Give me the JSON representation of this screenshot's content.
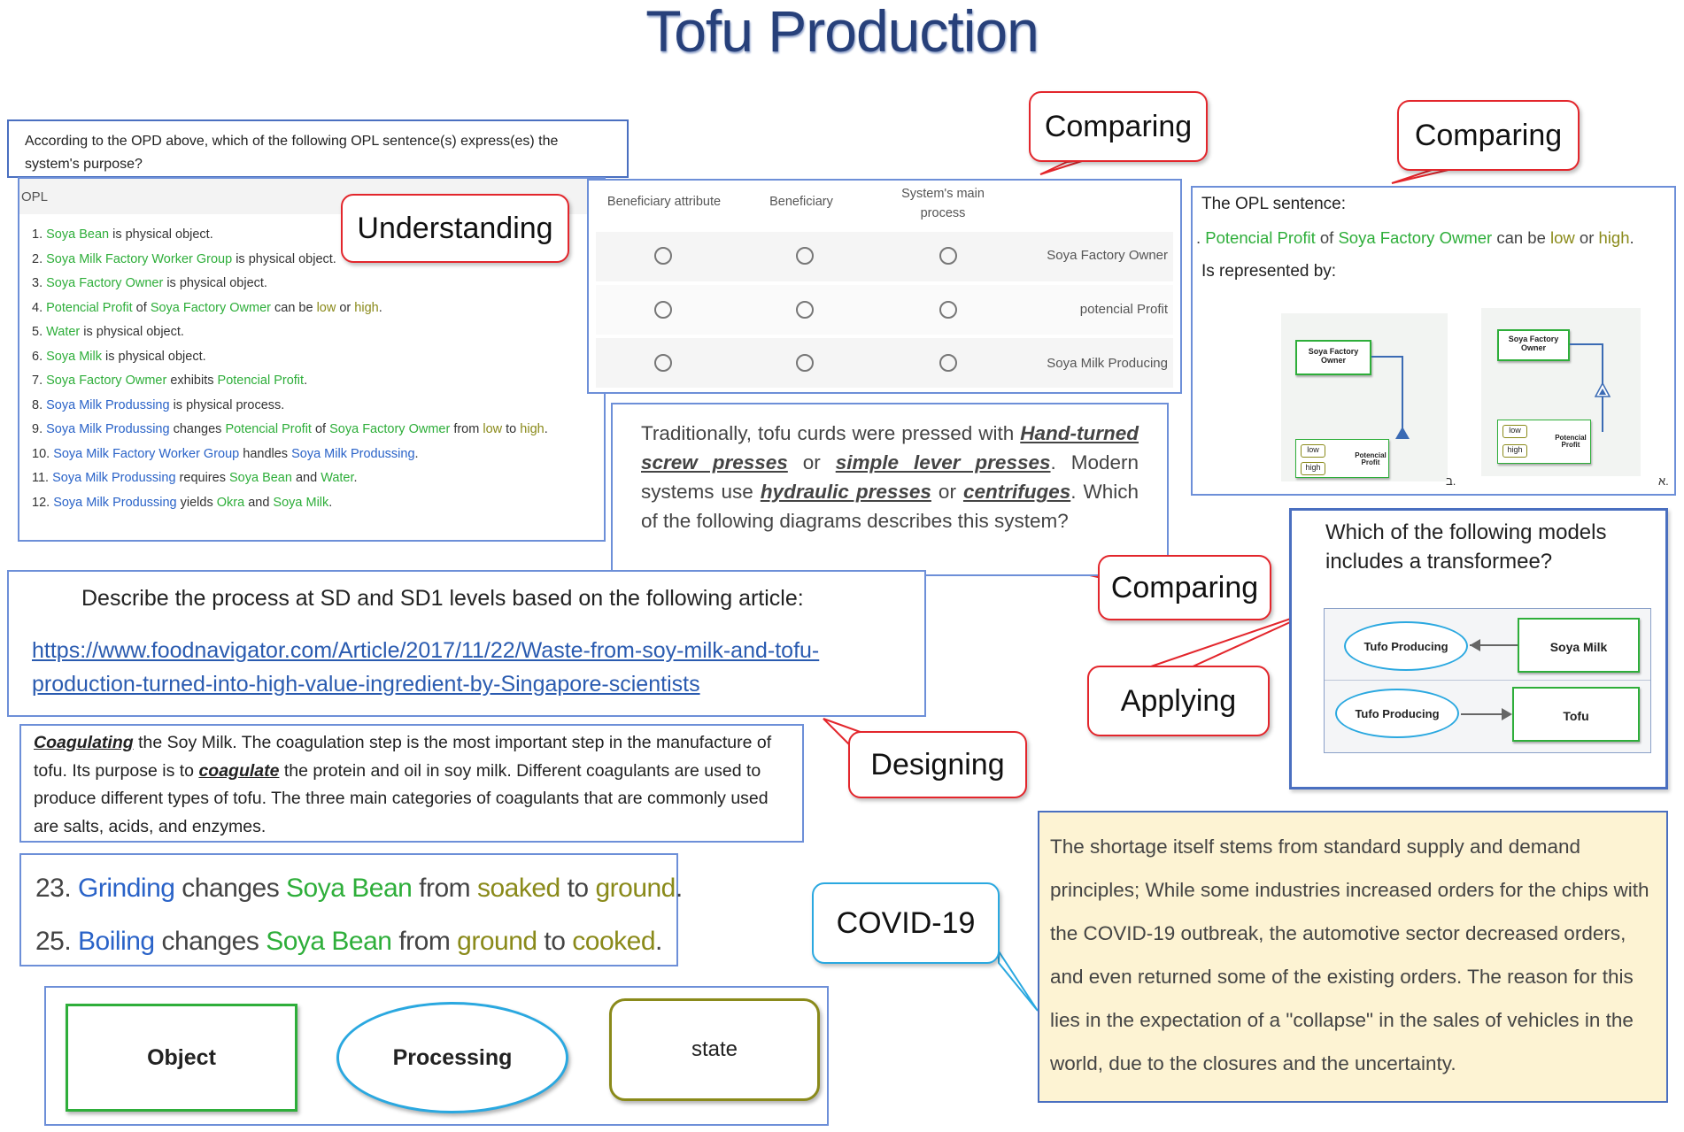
{
  "title": "Tofu Production",
  "question1": {
    "text": "According to the OPD above, which of the following OPL sentence(s) express(es) the system's purpose?",
    "opl_header": "OPL",
    "items": [
      {
        "num": "1.",
        "parts": [
          [
            "g",
            "Soya Bean"
          ],
          [
            "n",
            " is physical object."
          ]
        ]
      },
      {
        "num": "2.",
        "parts": [
          [
            "g",
            "Soya Milk Factory Worker Group"
          ],
          [
            "n",
            " is physical object."
          ]
        ]
      },
      {
        "num": "3.",
        "parts": [
          [
            "g",
            "Soya Factory Owner"
          ],
          [
            "n",
            " is physical object."
          ]
        ]
      },
      {
        "num": "4.",
        "parts": [
          [
            "g",
            "Potencial Profit"
          ],
          [
            "n",
            " of "
          ],
          [
            "g",
            "Soya Factory Owmer"
          ],
          [
            "n",
            " can be "
          ],
          [
            "o",
            "low"
          ],
          [
            "n",
            " or "
          ],
          [
            "o",
            "high"
          ],
          [
            "n",
            "."
          ]
        ]
      },
      {
        "num": "5.",
        "parts": [
          [
            "g",
            "Water"
          ],
          [
            "n",
            " is physical object."
          ]
        ]
      },
      {
        "num": "6.",
        "parts": [
          [
            "g",
            "Soya Milk"
          ],
          [
            "n",
            " is physical object."
          ]
        ]
      },
      {
        "num": "7.",
        "parts": [
          [
            "g",
            "Soya Factory Owmer"
          ],
          [
            "n",
            " exhibits "
          ],
          [
            "g",
            "Potencial Profit"
          ],
          [
            "n",
            "."
          ]
        ]
      },
      {
        "num": "8.",
        "parts": [
          [
            "b",
            "Soya Milk Produssing"
          ],
          [
            "n",
            " is physical process."
          ]
        ]
      },
      {
        "num": "9.",
        "parts": [
          [
            "b",
            "Soya Milk Produssing"
          ],
          [
            "n",
            " changes "
          ],
          [
            "g",
            "Potencial Profit"
          ],
          [
            "n",
            " of "
          ],
          [
            "g",
            "Soya Factory Owmer"
          ],
          [
            "n",
            " from "
          ],
          [
            "o",
            "low"
          ],
          [
            "n",
            " to "
          ],
          [
            "o",
            "high"
          ],
          [
            "n",
            "."
          ]
        ]
      },
      {
        "num": "10.",
        "parts": [
          [
            "b",
            "Soya Milk Factory Worker Group"
          ],
          [
            "n",
            " handles "
          ],
          [
            "b",
            "Soya Milk Produssing"
          ],
          [
            "n",
            "."
          ]
        ]
      },
      {
        "num": "11.",
        "parts": [
          [
            "b",
            "Soya Milk Produssing"
          ],
          [
            "n",
            " requires "
          ],
          [
            "g",
            "Soya Bean"
          ],
          [
            "n",
            " and "
          ],
          [
            "g",
            "Water"
          ],
          [
            "n",
            "."
          ]
        ]
      },
      {
        "num": "12.",
        "parts": [
          [
            "b",
            "Soya Milk Produssing"
          ],
          [
            "n",
            " yields "
          ],
          [
            "g",
            "Okra"
          ],
          [
            "n",
            " and "
          ],
          [
            "g",
            "Soya Milk"
          ],
          [
            "n",
            "."
          ]
        ]
      }
    ]
  },
  "callouts": {
    "understanding": "Understanding",
    "comparing1": "Comparing",
    "comparing2": "Comparing",
    "comparing3": "Comparing",
    "applying": "Applying",
    "designing": "Designing",
    "covid": "COVID-19"
  },
  "table": {
    "headers": [
      "Beneficiary attribute",
      "Beneficiary",
      "System's main process"
    ],
    "rows": [
      "Soya Factory Owner",
      "potencial Profit",
      "Soya Milk Producing"
    ]
  },
  "opl_question": {
    "label": "The OPL sentence:",
    "sentence_parts": [
      [
        "n",
        ". "
      ],
      [
        "g",
        "Potencial Profit"
      ],
      [
        "n",
        " of "
      ],
      [
        "g",
        "Soya Factory Owmer"
      ],
      [
        "n",
        " can be "
      ],
      [
        "o",
        "low"
      ],
      [
        "n",
        " or "
      ],
      [
        "o",
        "high"
      ],
      [
        "n",
        "."
      ]
    ],
    "represented": "Is represented by:",
    "diagram_b": {
      "owner": "Soya Factory Owner",
      "profit": "Potencial Profit",
      "low": "low",
      "high": "high",
      "marker": "ב."
    },
    "diagram_a": {
      "owner": "Soya Factory Owner",
      "profit": "Potencial Profit",
      "low": "low",
      "high": "high",
      "marker": "א."
    }
  },
  "tofu_question": {
    "t1": "Traditionally, tofu curds were pressed with ",
    "u1": "Hand-turned screw presses",
    "t2": " or ",
    "u2": "simple lever presses",
    "t3": ". Modern systems use ",
    "u3": "hydraulic presses",
    "t4": " or ",
    "u4": "centrifuges",
    "t5": ". Which of the following diagrams describes this system?"
  },
  "transformee": {
    "question": "Which of the following models includes a transformee?",
    "row1": {
      "process": "Tufo Producing",
      "object": "Soya Milk"
    },
    "row2": {
      "process": "Tufo Producing",
      "object": "Tofu"
    }
  },
  "describe": {
    "text": "Describe the process at SD and SD1 levels based on the following article:",
    "link1": "https://www.foodnavigator.com/Article/2017/11/22/Waste-from-soy-milk-and-tofu-",
    "link2": "production-turned-into-high-value-ingredient-by-Singapore-scientists"
  },
  "coagulating": {
    "w1": "Coagulating",
    "t1": " the Soy Milk. The coagulation step is the most important step in the manufacture of tofu. Its purpose is to ",
    "w2": "coagulate",
    "t2": " the protein and oil in soy milk. Different coagulants are used to produce different types of tofu. The three main categories of coagulants that are commonly used are salts, acids, and enzymes."
  },
  "changes": [
    {
      "num": "23.",
      "process": "Grinding",
      "verb": " changes ",
      "object": "Soya Bean",
      "from": " from ",
      "s1": "soaked",
      "to": " to ",
      "s2": "ground",
      "end": "."
    },
    {
      "num": "25.",
      "process": "Boiling",
      "verb": " changes ",
      "object": "Soya Bean",
      "from": " from ",
      "s1": "ground",
      "to": " to ",
      "s2": "cooked",
      "end": "."
    }
  ],
  "legend": {
    "object": "Object",
    "process": "Processing",
    "state": "state"
  },
  "covid_text": "The shortage itself stems from standard supply and demand principles; While some industries increased orders for the chips with the COVID-19 outbreak, the automotive sector decreased orders, and even returned some of the existing orders. The reason for this lies in the expectation of a \"collapse\" in the sales of vehicles in the world, due to the closures and the uncertainty.",
  "colors": {
    "green": "#2eae3a",
    "blue": "#2a63c8",
    "olive": "#8a8a1a",
    "callout_red": "#e3262c",
    "callout_blue": "#2aa8e0",
    "panel_blue": "#4a6fc0",
    "note_bg": "#fdf3d3"
  }
}
